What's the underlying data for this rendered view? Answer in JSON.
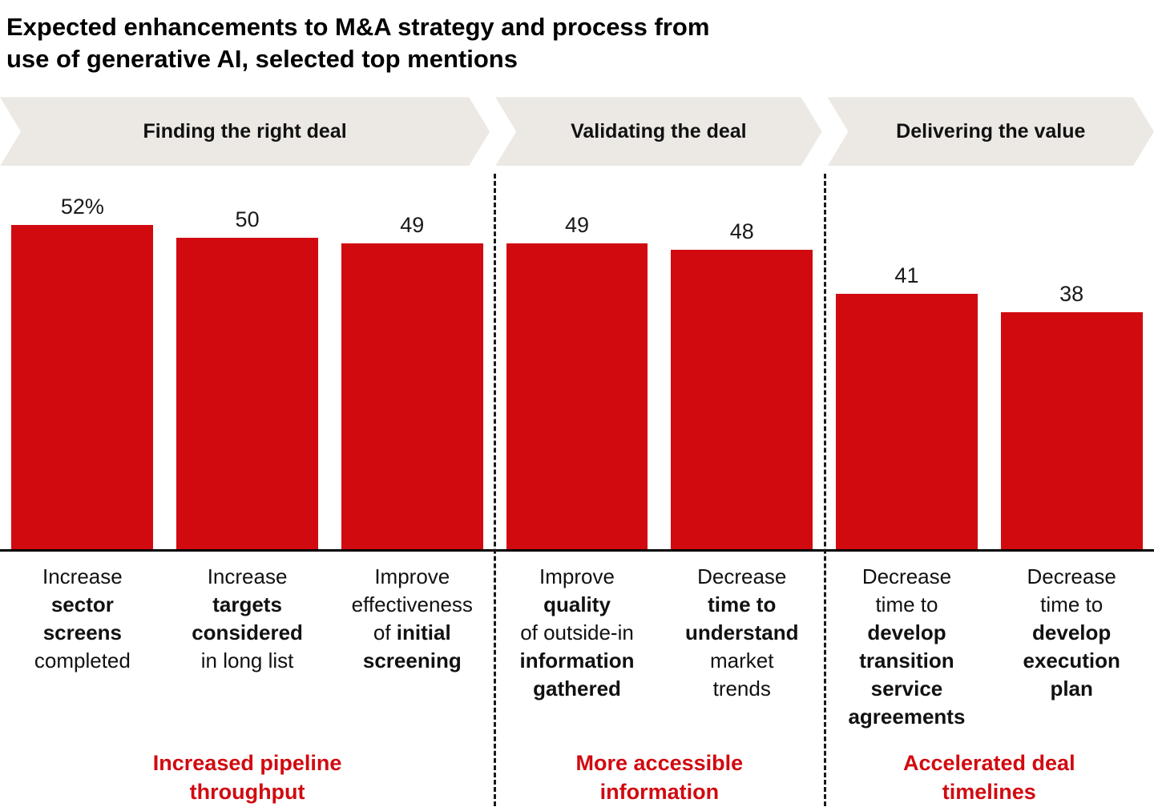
{
  "title": {
    "line1": "Expected enhancements to M&A strategy and process from",
    "line2": "use of generative AI, selected top mentions"
  },
  "phases": [
    "Finding the right deal",
    "Validating the deal",
    "Delivering the value"
  ],
  "colors": {
    "bar": "#d10a10",
    "caption": "#d10a10",
    "band": "#ece9e4",
    "baseline": "#000000"
  },
  "chart_data": {
    "type": "bar",
    "title": "Expected enhancements to M&A strategy and process from use of generative AI, selected top mentions",
    "xlabel": "",
    "ylabel": "",
    "ylim": [
      0,
      52
    ],
    "legend": "none",
    "grid": false,
    "values": [
      52,
      50,
      49,
      49,
      48,
      41,
      38
    ],
    "value_labels": [
      "52%",
      "50",
      "49",
      "49",
      "48",
      "41",
      "38"
    ],
    "categories": [
      "Increase sector screens completed",
      "Increase targets considered in long list",
      "Improve effectiveness of initial screening",
      "Improve quality of outside-in information gathered",
      "Decrease time to understand market trends",
      "Decrease time to develop transition service agreements",
      "Decrease time to develop execution plan"
    ],
    "bars": [
      {
        "value": 52,
        "display": "52%",
        "group": 0,
        "lines": [
          [
            [
              "Increase",
              0
            ]
          ],
          [
            [
              "sector",
              1
            ]
          ],
          [
            [
              "screens",
              1
            ]
          ],
          [
            [
              "completed",
              0
            ]
          ]
        ]
      },
      {
        "value": 50,
        "display": "50",
        "group": 0,
        "lines": [
          [
            [
              "Increase",
              0
            ]
          ],
          [
            [
              "targets",
              1
            ]
          ],
          [
            [
              "considered",
              1
            ]
          ],
          [
            [
              "in long list",
              0
            ]
          ]
        ]
      },
      {
        "value": 49,
        "display": "49",
        "group": 0,
        "lines": [
          [
            [
              "Improve",
              0
            ]
          ],
          [
            [
              "effectiveness",
              0
            ]
          ],
          [
            [
              "of ",
              0
            ],
            [
              "initial",
              1
            ]
          ],
          [
            [
              "screening",
              1
            ]
          ]
        ]
      },
      {
        "value": 49,
        "display": "49",
        "group": 1,
        "lines": [
          [
            [
              "Improve",
              0
            ]
          ],
          [
            [
              "quality",
              1
            ]
          ],
          [
            [
              "of outside-in",
              0
            ]
          ],
          [
            [
              "information",
              1
            ]
          ],
          [
            [
              "gathered",
              1
            ]
          ]
        ]
      },
      {
        "value": 48,
        "display": "48",
        "group": 1,
        "lines": [
          [
            [
              "Decrease",
              0
            ]
          ],
          [
            [
              "time to",
              1
            ]
          ],
          [
            [
              "understand",
              1
            ]
          ],
          [
            [
              "market",
              0
            ]
          ],
          [
            [
              "trends",
              0
            ]
          ]
        ]
      },
      {
        "value": 41,
        "display": "41",
        "group": 2,
        "lines": [
          [
            [
              "Decrease",
              0
            ]
          ],
          [
            [
              "time to",
              0
            ]
          ],
          [
            [
              "develop",
              1
            ]
          ],
          [
            [
              "transition",
              1
            ]
          ],
          [
            [
              "service",
              1
            ]
          ],
          [
            [
              "agreements",
              1
            ]
          ]
        ]
      },
      {
        "value": 38,
        "display": "38",
        "group": 2,
        "lines": [
          [
            [
              "Decrease",
              0
            ]
          ],
          [
            [
              "time to",
              0
            ]
          ],
          [
            [
              "develop",
              1
            ]
          ],
          [
            [
              "execution",
              1
            ]
          ],
          [
            [
              "plan",
              1
            ]
          ]
        ]
      }
    ],
    "groups": [
      {
        "phase": "Finding the right deal",
        "bar_count": 3,
        "caption_lines": [
          "Increased pipeline",
          "throughput"
        ]
      },
      {
        "phase": "Validating the deal",
        "bar_count": 2,
        "caption_lines": [
          "More accessible",
          "information"
        ]
      },
      {
        "phase": "Delivering the value",
        "bar_count": 2,
        "caption_lines": [
          "Accelerated deal",
          "timelines"
        ]
      }
    ]
  }
}
